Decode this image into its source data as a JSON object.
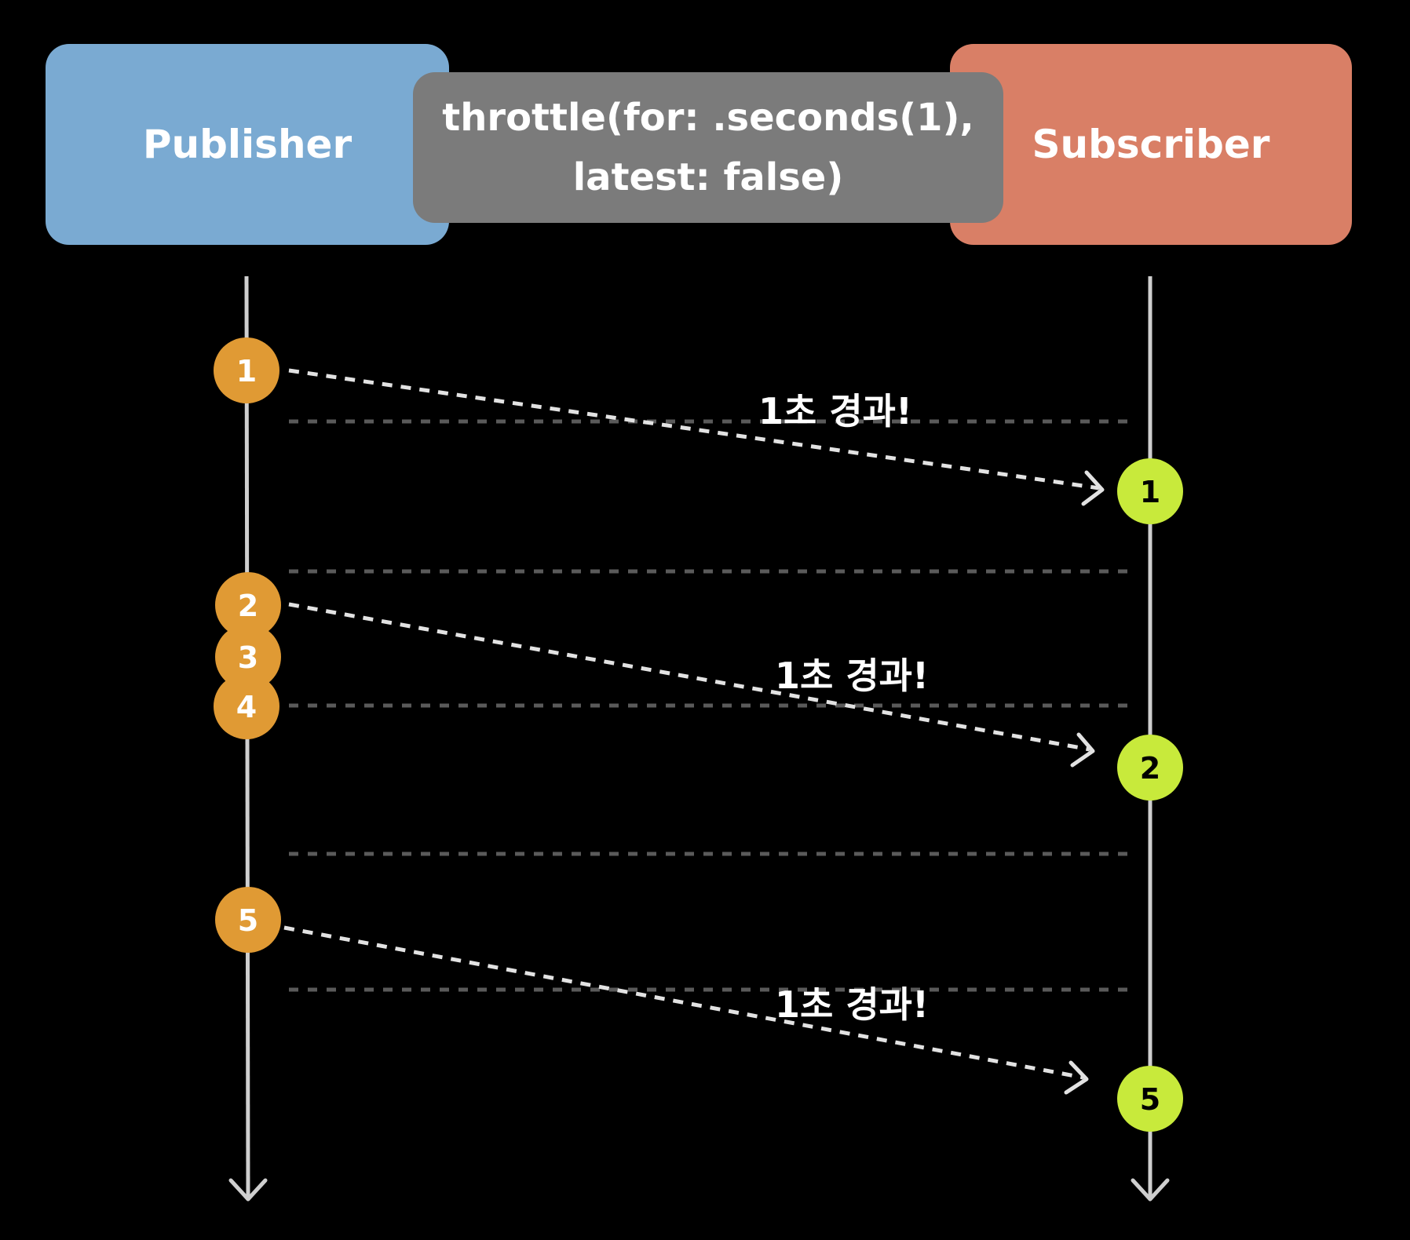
{
  "header": {
    "publisher_label": "Publisher",
    "operator_line1": "throttle(for: .seconds(1),",
    "operator_line2": "latest: false)",
    "subscriber_label": "Subscriber"
  },
  "colors": {
    "publisher_box": "#7aaad2",
    "operator_box": "#7b7b7b",
    "subscriber_box": "#d97f66",
    "publisher_event": "#e09a34",
    "subscriber_event": "#c8ea3b",
    "timeline": "#cfcfcf",
    "interval_line": "#5a5a5a",
    "arrow": "#e2e2e2",
    "background": "#000000"
  },
  "publisher_events": [
    {
      "label": "1"
    },
    {
      "label": "2"
    },
    {
      "label": "3"
    },
    {
      "label": "4"
    },
    {
      "label": "5"
    }
  ],
  "subscriber_events": [
    {
      "label": "1"
    },
    {
      "label": "2"
    },
    {
      "label": "5"
    }
  ],
  "interval_labels": [
    {
      "text": "1초 경과!"
    },
    {
      "text": "1초 경과!"
    },
    {
      "text": "1초 경과!"
    }
  ]
}
